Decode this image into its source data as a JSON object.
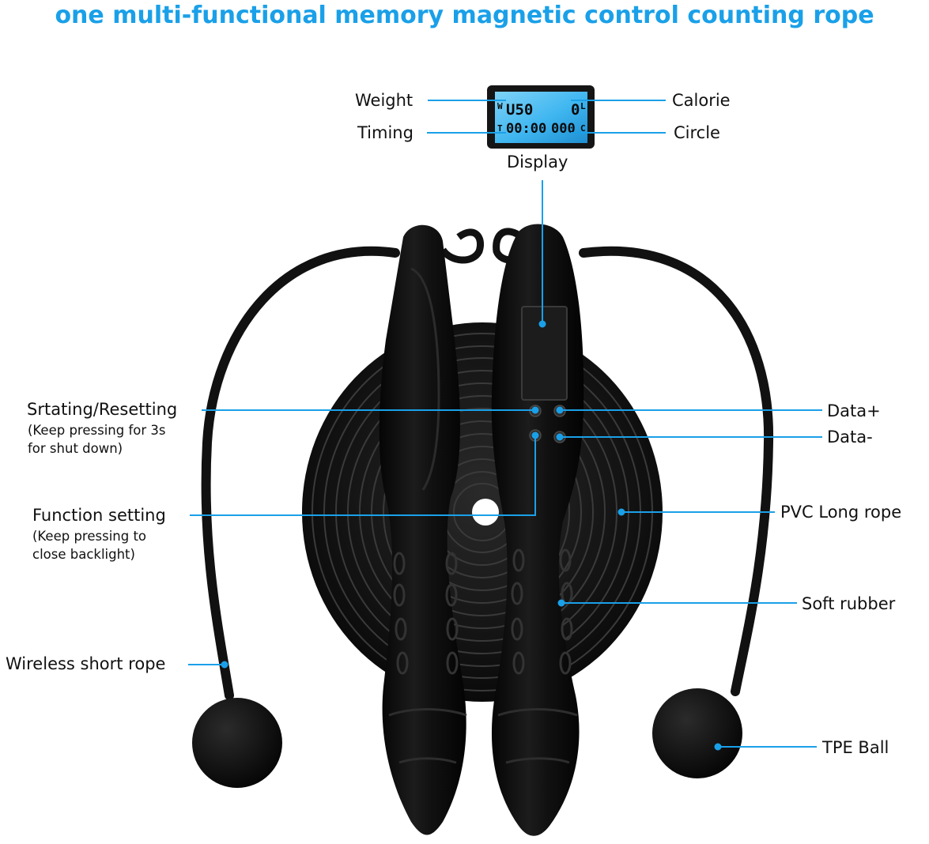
{
  "headline": "one multi-functional memory magnetic control counting rope",
  "lcd": {
    "row1_left_letter": "W",
    "row1_value": "U50",
    "row1_right_value": "0",
    "row1_right_letter": "L",
    "row2_left_letter": "T",
    "row2_value": "00:00",
    "row2_right_value": "000",
    "row2_right_letter": "C"
  },
  "labels": {
    "weight": "Weight",
    "calorie": "Calorie",
    "timing": "Timing",
    "circle": "Circle",
    "display": "Display",
    "starting": "Srtating/Resetting",
    "starting_note1": "(Keep pressing for 3s",
    "starting_note2": "for shut down)",
    "data_plus": "Data+",
    "data_minus": "Data-",
    "function_setting": "Function setting",
    "function_note1": "(Keep pressing to",
    "function_note2": "close backlight)",
    "pvc_long_rope": "PVC Long rope",
    "soft_rubber": "Soft rubber",
    "wireless_short_rope": "Wireless short rope",
    "tpe_ball": "TPE Ball"
  },
  "colors": {
    "accent": "#1aa0e8",
    "product": "#0d0d0d",
    "lcd": "#3fb6f0"
  }
}
